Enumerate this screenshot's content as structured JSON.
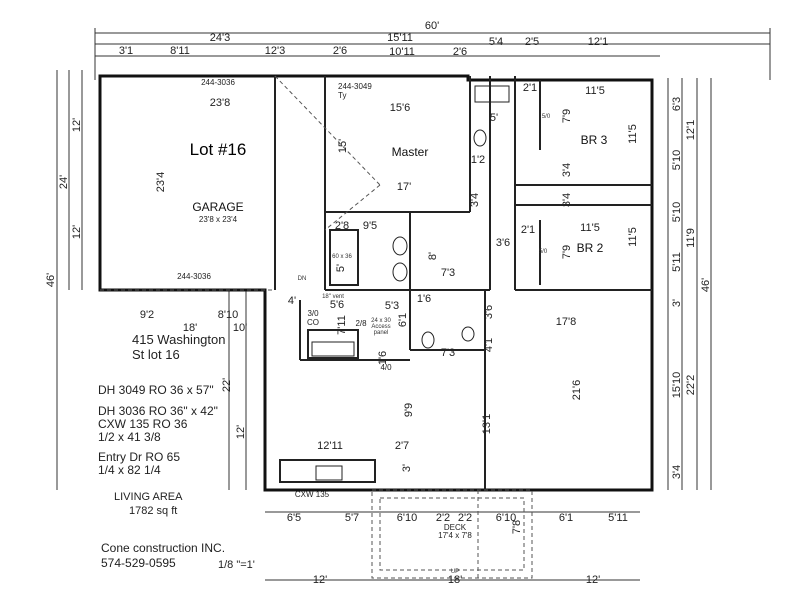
{
  "top_dims": {
    "overall": "60'",
    "row2": [
      "24'3",
      "15'11",
      "5'4",
      "2'5",
      "12'1"
    ],
    "row3": [
      "3'1",
      "8'11",
      "12'3",
      "2'6",
      "10'11",
      "2'6"
    ]
  },
  "left_dims": [
    "46'",
    "24'",
    "12'",
    "12'",
    "22'",
    "12'"
  ],
  "right_dims": [
    "6'3",
    "12'1",
    "5'10",
    "5'10",
    "11'9",
    "5'11",
    "46'",
    "3'",
    "15'10",
    "22'2",
    "3'4"
  ],
  "bottom_dims": {
    "row1": [
      "6'5",
      "5'7",
      "6'10",
      "2'2",
      "2'2",
      "6'10",
      "6'1",
      "5'11"
    ],
    "row2": [
      "12'",
      "18'",
      "12'"
    ]
  },
  "garage": {
    "lot": "Lot #16",
    "label": "GARAGE",
    "size": "23'8 x 23'4",
    "width": "23'8",
    "depth": "23'4",
    "window_top": "244-3036",
    "window_bottom": "244-3036"
  },
  "master": {
    "label": "Master",
    "window": "244-3049",
    "window2": "Ty",
    "width": "15'6",
    "depth": "15'",
    "length": "17'",
    "closet": "8'"
  },
  "bath": {
    "w1": "9'5",
    "w2": "2'8",
    "shower": "60 x 36",
    "h": "5'",
    "v2": "7'3",
    "v3": "3'6",
    "dn": "DN"
  },
  "br3": {
    "label": "BR 3",
    "w": "11'5",
    "d": "11'5",
    "cl": "2'1",
    "closet": "5/0",
    "c2": "7'9",
    "c3": "3'4"
  },
  "br2": {
    "label": "BR 2",
    "w": "11'5",
    "d": "11'5",
    "cl": "2'1",
    "closet": "5/0",
    "c2": "7'9",
    "c3": "3'4"
  },
  "hall_bath": {
    "a": "5'",
    "b": "1'2",
    "c": "3'4"
  },
  "utility": {
    "a": "4'",
    "b": "5'6",
    "c": "5'3",
    "d": "1'6",
    "e": "3'6",
    "f": "3/0",
    "g": "CO",
    "h": "7'11",
    "i": "2/8",
    "j": "6'1",
    "k": "24 x 30",
    "l": "Access",
    "m": "panel",
    "n": "18\" vent",
    "o": "1'6",
    "p": "4/0",
    "q": "7'3",
    "r": "4'1"
  },
  "main_area": {
    "w": "17'8",
    "d": "21'6",
    "k1": "9'9",
    "k2": "13'1",
    "kitchen": "12'11",
    "k3": "2'7",
    "k4": "3'",
    "cxw": "CXW 135",
    "garage_front": "9'2",
    "gf2": "8'10",
    "gf3": "18'",
    "gf4": "10'"
  },
  "deck": {
    "label": "DECK",
    "size": "17'4 x 7'8",
    "d": "7'8",
    "up": "UP"
  },
  "address": [
    "415  Washington",
    "St lot 16"
  ],
  "schedule": [
    "DH 3049 RO 36 x 57\"",
    "DH 3036 RO 36\" x 42\"",
    "CXW 135 RO 36",
    "1/2 x 41 3/8",
    "Entry Dr RO 65",
    "1/4 x 82 1/4"
  ],
  "living_area": {
    "label": "LIVING AREA",
    "value": "1782 sq ft"
  },
  "company": {
    "name": "Cone construction INC.",
    "phone": "574-529-0595",
    "scale": "1/8 \"=1'"
  }
}
